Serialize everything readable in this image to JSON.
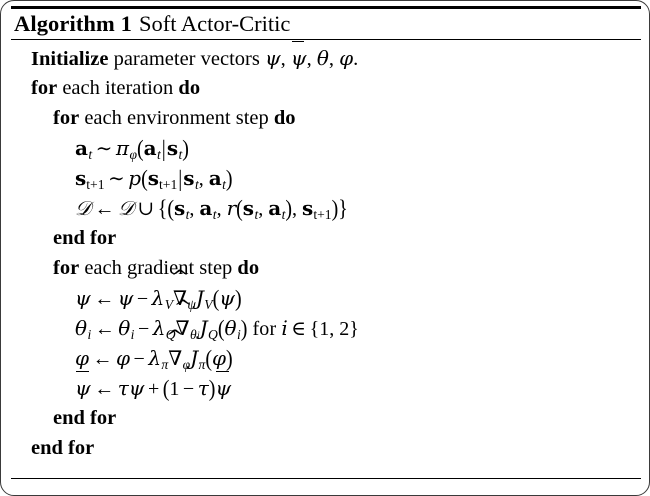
{
  "document": {
    "type": "algorithm-float",
    "title": {
      "keyword": "Algorithm 1",
      "name": "Soft Actor-Critic"
    },
    "colors": {
      "text": "#000000",
      "background": "#ffffff",
      "rule": "#000000",
      "frame_border": "#3a3a3a"
    },
    "rules": {
      "top": "thick",
      "below_title": "thin",
      "bottom": "thin"
    },
    "lines": [
      {
        "indent": 0,
        "text": "Initialize parameter vectors ψ, ψ̄, θ, φ.",
        "keywords": [
          "Initialize"
        ],
        "kind": "statement"
      },
      {
        "indent": 0,
        "text": "for each iteration do",
        "keywords": [
          "for",
          "do"
        ],
        "kind": "loop-open"
      },
      {
        "indent": 1,
        "text": "for each environment step do",
        "keywords": [
          "for",
          "do"
        ],
        "kind": "loop-open"
      },
      {
        "indent": 2,
        "text": "a_t ~ π_φ(a_t|s_t)",
        "kind": "math"
      },
      {
        "indent": 2,
        "text": "s_{t+1} ~ p(s_{t+1}|s_t, a_t)",
        "kind": "math"
      },
      {
        "indent": 2,
        "text": "D ← D ∪ {(s_t, a_t, r(s_t, a_t), s_{t+1})}",
        "kind": "math"
      },
      {
        "indent": 1,
        "text": "end for",
        "keywords": [
          "end for"
        ],
        "kind": "loop-close"
      },
      {
        "indent": 1,
        "text": "for each gradient step do",
        "keywords": [
          "for",
          "do"
        ],
        "kind": "loop-open"
      },
      {
        "indent": 2,
        "text": "ψ ← ψ − λ_V ∇̂_ψ J_V(ψ)",
        "kind": "math"
      },
      {
        "indent": 2,
        "text": "θ_i ← θ_i − λ_Q ∇̂_{θ_i} J_Q(θ_i) for i ∈ {1, 2}",
        "kind": "math"
      },
      {
        "indent": 2,
        "text": "φ ← φ − λ_π ∇̂_φ J_π(φ)",
        "kind": "math"
      },
      {
        "indent": 2,
        "text": "ψ̄ ← τψ + (1 − τ)ψ̄",
        "kind": "math"
      },
      {
        "indent": 1,
        "text": "end for",
        "keywords": [
          "end for"
        ],
        "kind": "loop-close"
      },
      {
        "indent": 0,
        "text": "end for",
        "keywords": [
          "end for"
        ],
        "kind": "loop-close"
      }
    ],
    "tokens": {
      "initialize": "Initialize",
      "parameter_vectors": "parameter vectors",
      "for": "for",
      "do": "do",
      "end_for": "end for",
      "each_iteration": "each iteration",
      "each_environment_step": "each environment step",
      "each_gradient_step": "each gradient step",
      "for_rm": "for",
      "psi": "ψ",
      "theta": "θ",
      "phi": "φ",
      "pi": "π",
      "lambda": "λ",
      "tau": "τ",
      "nabla": "∇",
      "gets": "←",
      "sim": "∼",
      "cup": "∪",
      "in": "∈",
      "minus": "−",
      "plus": "+",
      "comma": ",",
      "period": ".",
      "mid": "|",
      "D": "𝒟",
      "J": "J",
      "V": "V",
      "Q": "Q",
      "r": "r",
      "p": "p",
      "a": "a",
      "s": "s",
      "i": "i",
      "t": "t",
      "t_plus_1": "t+1",
      "one": "1",
      "two": "2",
      "lbrace": "{",
      "rbrace": "}",
      "lparen": "(",
      "rparen": ")"
    }
  }
}
